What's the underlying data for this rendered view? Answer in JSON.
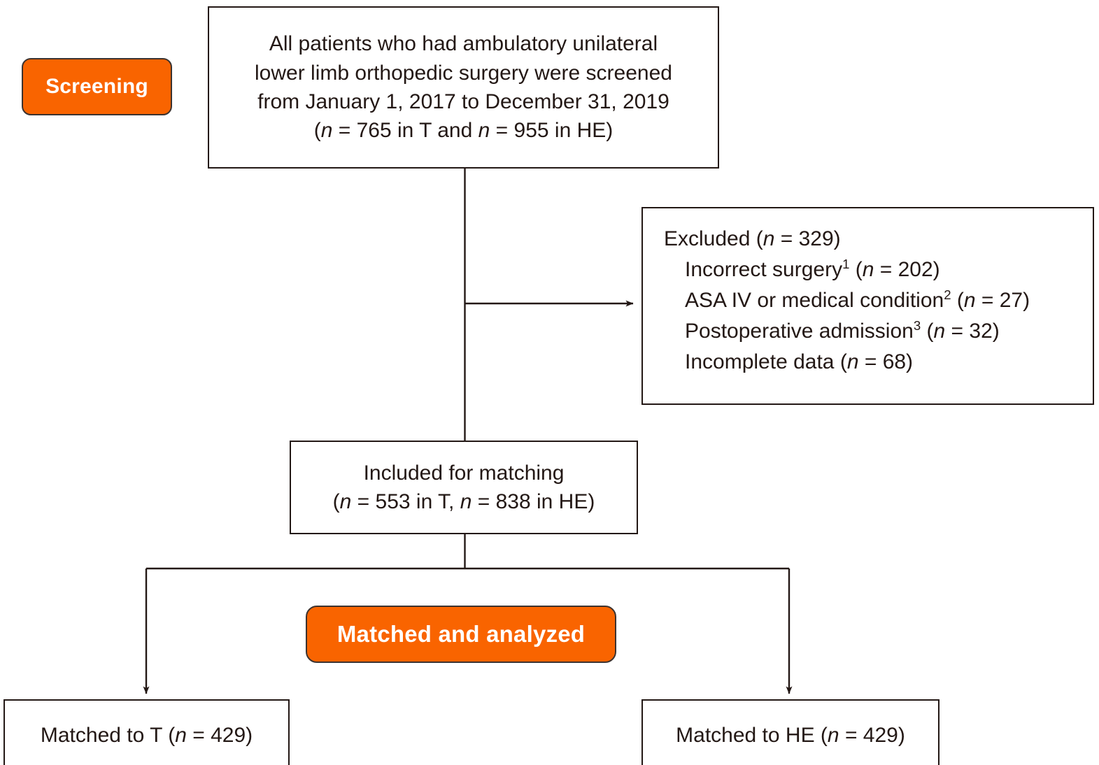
{
  "diagram": {
    "type": "flowchart",
    "title": "Patient screening and matching flow diagram",
    "accent_color": "#F96400",
    "line_color": "#231815",
    "background": "#FFFFFF"
  },
  "stages": {
    "screening_label": "Screening",
    "matched_label": "Matched and analyzed"
  },
  "nodes": {
    "screened": {
      "line1": "All patients who had ambulatory unilateral",
      "line2": "lower limb orthopedic surgery were screened",
      "line3": "from January 1, 2017 to December 31, 2019",
      "line4_prefix": "(",
      "line4_n1": "n",
      "line4_mid": " = 765 in T and ",
      "line4_n2": "n",
      "line4_suffix": " = 955 in HE)"
    },
    "excluded": {
      "heading_prefix": "Excluded (",
      "heading_n": "n",
      "heading_suffix": " = 329)",
      "items": [
        {
          "label": "Incorrect surgery",
          "footnote": "1",
          "count_prefix": " (",
          "count_n": "n",
          "count_suffix": " = 202)"
        },
        {
          "label": "ASA IV or medical condition",
          "footnote": "2",
          "count_prefix": " (",
          "count_n": "n",
          "count_suffix": " = 27)"
        },
        {
          "label": "Postoperative admission",
          "footnote": "3",
          "count_prefix": " (",
          "count_n": "n",
          "count_suffix": " = 32)"
        },
        {
          "label": "Incomplete data",
          "footnote": "",
          "count_prefix": " (",
          "count_n": "n",
          "count_suffix": " = 68)"
        }
      ]
    },
    "included": {
      "line1": "Included for matching",
      "line2_prefix": "(",
      "line2_n1": "n",
      "line2_mid": " = 553 in T, ",
      "line2_n2": "n",
      "line2_suffix": " = 838 in HE)"
    },
    "matched_t": {
      "prefix": "Matched to T (",
      "n": "n",
      "suffix": " = 429)"
    },
    "matched_he": {
      "prefix": "Matched to HE (",
      "n": "n",
      "suffix": " = 429)"
    }
  },
  "counts": {
    "screened_T": 765,
    "screened_HE": 955,
    "excluded_total": 329,
    "excluded_incorrect_surgery": 202,
    "excluded_asa_iv": 27,
    "excluded_postoperative_admission": 32,
    "excluded_incomplete_data": 68,
    "included_T": 553,
    "included_HE": 838,
    "matched_T": 429,
    "matched_HE": 429
  }
}
